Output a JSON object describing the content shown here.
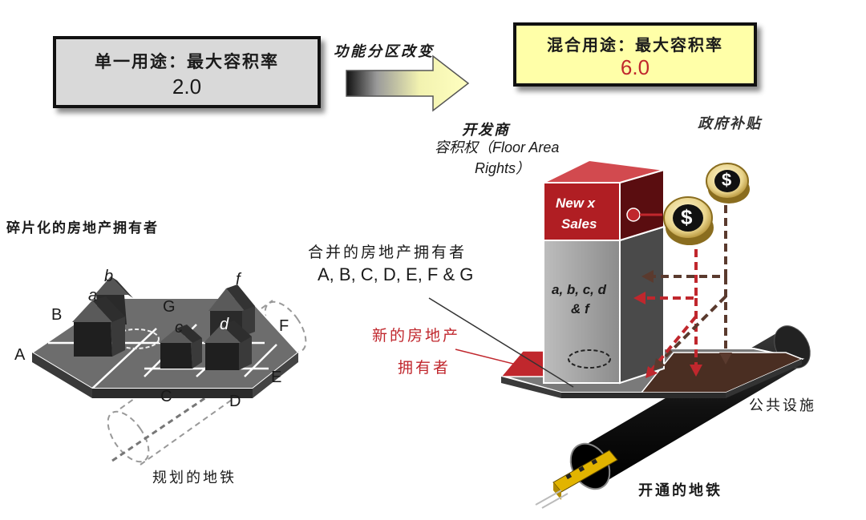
{
  "left_box": {
    "line1": "单一用途：最大容积率",
    "line2": "2.0"
  },
  "right_box": {
    "line1": "混合用途：最大容积率",
    "line2": "6.0"
  },
  "arrow_label": "功能分区改变",
  "developer": {
    "title": "开发商",
    "sub1": "容积权（Floor Area",
    "sub2": "Rights）"
  },
  "gov_subsidy": "政府补贴",
  "fragmented_owners": "碎片化的房地产拥有者",
  "merged_owners": {
    "line1": "合并的房地产拥有者",
    "line2": "A, B, C, D, E, F & G"
  },
  "new_owner": {
    "line1": "新的房地产",
    "line2": "拥有者"
  },
  "public_facility": "公共设施",
  "planned_subway": "规划的地铁",
  "opened_subway": "开通的地铁",
  "tower_sign": {
    "line1": "New x",
    "line2": "Sales"
  },
  "tower_label": {
    "line1": "a, b, c, d",
    "line2": "& f"
  },
  "parcel_labels": {
    "A": "A",
    "B": "B",
    "C": "C",
    "D": "D",
    "E": "E",
    "F": "F",
    "G": "G"
  },
  "house_labels": {
    "a": "a",
    "b": "b",
    "c": "c",
    "d": "d",
    "f": "f"
  },
  "coin_symbol": "$",
  "colors": {
    "grey_box": "#d9d9d9",
    "yellow_box": "#ffffa8",
    "red": "#c0272d",
    "dark_red": "#7a0f12",
    "brown": "#4a2e22",
    "value_red": "#c0272d"
  }
}
